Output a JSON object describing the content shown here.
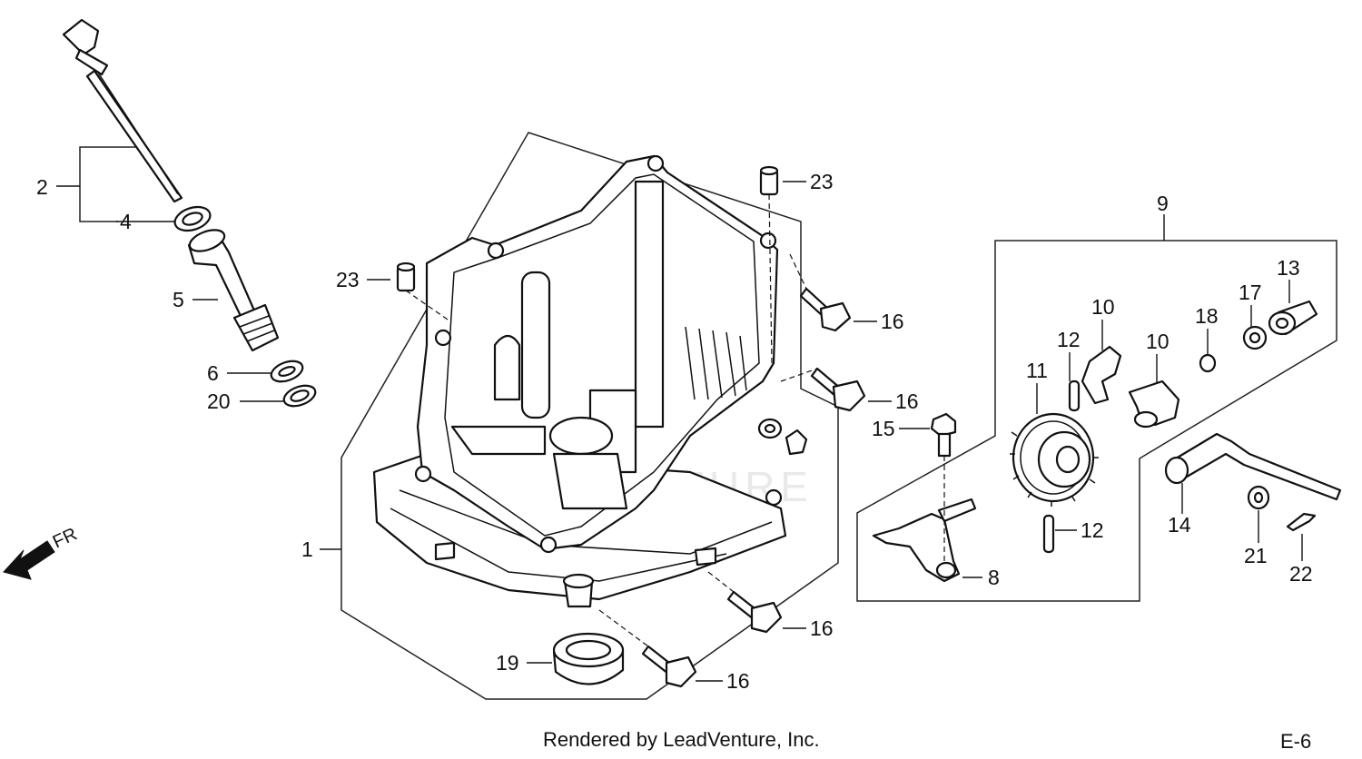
{
  "callouts": {
    "c1": "1",
    "c2": "2",
    "c4": "4",
    "c5": "5",
    "c6": "6",
    "c8": "8",
    "c9": "9",
    "c10a": "10",
    "c10b": "10",
    "c11": "11",
    "c12a": "12",
    "c12b": "12",
    "c13": "13",
    "c14": "14",
    "c15": "15",
    "c16a": "16",
    "c16b": "16",
    "c16c": "16",
    "c16d": "16",
    "c17": "17",
    "c18": "18",
    "c19": "19",
    "c20": "20",
    "c21": "21",
    "c22": "22",
    "c23a": "23",
    "c23b": "23"
  },
  "direction_label": "FR",
  "footer": {
    "credit": "Rendered by LeadVenture, Inc.",
    "page_code": "E-6"
  },
  "watermark": "LEADVENTURE",
  "colors": {
    "line": "#111111",
    "background": "#ffffff"
  }
}
